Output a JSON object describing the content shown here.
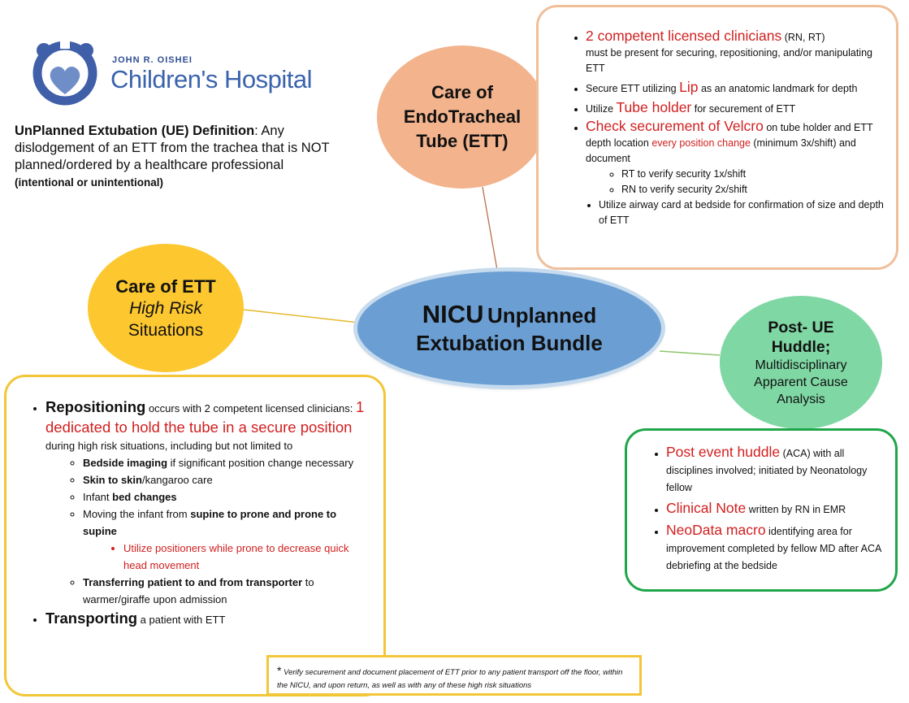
{
  "logo": {
    "small_text": "JOHN R. OISHEI",
    "main_text": "Children's Hospital",
    "colors": {
      "blue": "#3a63ad"
    }
  },
  "definition": {
    "title": "UnPlanned Extubation (UE) Definition",
    "text": ": Any dislodgement of an ETT from the trachea that is NOT planned/ordered by a healthcare professional",
    "note": "(intentional or unintentional)"
  },
  "center": {
    "line1_a": "NICU",
    "line1_b": "Unplanned",
    "line2": "Extubation Bundle",
    "color": "#6b9fd3"
  },
  "care_ett": {
    "line1": "Care of",
    "line2": "EndoTracheal",
    "line3": "Tube (ETT)",
    "color": "#f2b38d"
  },
  "high_risk": {
    "line1": "Care of ETT",
    "line2": "High Risk",
    "line3": "Situations",
    "color": "#fcc72f"
  },
  "huddle": {
    "line1": "Post- UE",
    "line2": "Huddle;",
    "line3": "Multidisciplinary",
    "line4": "Apparent Cause",
    "line5": "Analysis",
    "color": "#7fd7a4"
  },
  "ett_box": {
    "i1_red": "2 competent licensed clinicians",
    "i1_rest": " (RN, RT)",
    "i1_cont": "must be present for securing, repositioning, and/or manipulating ETT",
    "i2_a": "Secure ETT utilizing ",
    "i2_red": "Lip",
    "i2_b": " as an anatomic landmark for depth",
    "i3_a": "Utilize ",
    "i3_red": "Tube holder",
    "i3_b": " for securement of ETT",
    "i4_red": "Check securement of Velcro",
    "i4_a": " on tube holder and ETT depth location ",
    "i4_red2": "every position change",
    "i4_b": " (minimum 3x/shift) and document",
    "i4_sub1": "RT to verify security 1x/shift",
    "i4_sub2": "RN to verify security 2x/shift",
    "i5": "Utilize airway card at bedside for confirmation of size and depth of ETT"
  },
  "risk_box": {
    "r1_big": "Repositioning",
    "r1_a": " occurs with 2 competent licensed clinicians: ",
    "r1_red": "1 dedicated to hold the tube in a secure position",
    "r1_b": " during high risk situations, including but not limited to",
    "s1_b": "Bedside imaging",
    "s1_rest": " if significant position change necessary",
    "s2_b": "Skin to skin",
    "s2_rest": "/kangaroo care",
    "s3_a": "Infant ",
    "s3_b": "bed changes",
    "s4_a": "Moving the infant from ",
    "s4_b": "supine to prone and prone to supine",
    "s4_sub": "Utilize positioners while prone to decrease quick head movement",
    "s5_b": "Transferring patient to and from transporter",
    "s5_rest": " to warmer/giraffe upon admission",
    "r2_big": "Transporting",
    "r2_rest": " a patient with ETT"
  },
  "huddle_box": {
    "h1_red": "Post event huddle",
    "h1_rest": " (ACA) with all disciplines involved; initiated by Neonatology fellow",
    "h2_red": "Clinical Note",
    "h2_rest": " written by RN in EMR",
    "h3_red": "NeoData macro",
    "h3_rest": " identifying area for improvement completed by fellow MD after ACA debriefing at the bedside"
  },
  "footnote": {
    "star": "*",
    "text": " Verify securement and document placement of ETT prior to any patient transport off the floor, within the NICU, and upon return, as well as with any of these high risk situations"
  }
}
